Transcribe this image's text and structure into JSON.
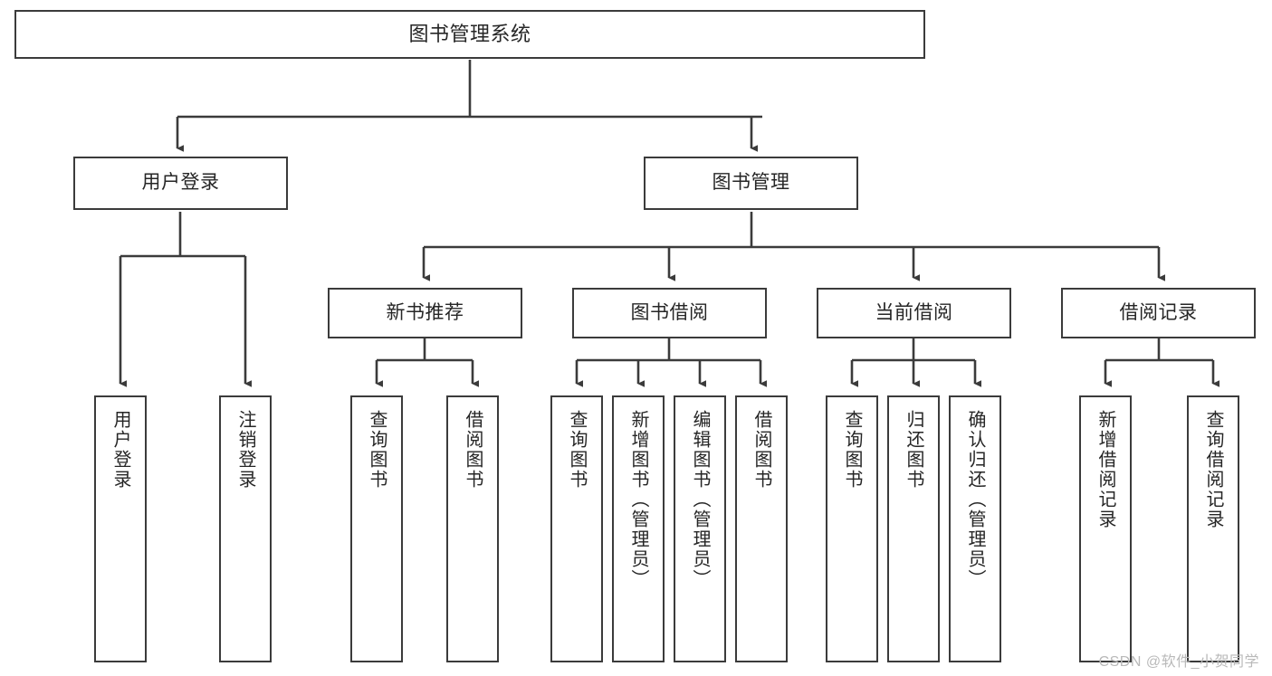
{
  "diagram": {
    "title": "图书管理系统",
    "type": "tree-hierarchy-diagram",
    "watermark": "CSDN @软件_小贺同学",
    "colors": {
      "box_border": "#3b3b3b",
      "box_fill": "#ffffff",
      "text": "#262626",
      "connector": "#3b3b3b",
      "watermark": "#b9b9b9",
      "background": "#ffffff"
    },
    "nodes": {
      "root": {
        "label": "图书管理系统"
      },
      "level2": [
        {
          "id": "user-login",
          "label": "用户登录"
        },
        {
          "id": "book-management",
          "label": "图书管理"
        }
      ],
      "level3": [
        {
          "id": "new-book-recommend",
          "label": "新书推荐"
        },
        {
          "id": "book-borrow",
          "label": "图书借阅"
        },
        {
          "id": "current-borrow",
          "label": "当前借阅"
        },
        {
          "id": "borrow-record",
          "label": "借阅记录"
        }
      ],
      "leaves": {
        "user-login": [
          {
            "id": "leaf-user-login",
            "label": "用户登录"
          },
          {
            "id": "leaf-logout-login",
            "label": "注销登录"
          }
        ],
        "new-book-recommend": [
          {
            "id": "leaf-query-book-1",
            "label": "查询图书"
          },
          {
            "id": "leaf-borrow-book-1",
            "label": "借阅图书"
          }
        ],
        "book-borrow": [
          {
            "id": "leaf-query-book-2",
            "label": "查询图书"
          },
          {
            "id": "leaf-add-book-admin",
            "label": "新增图书（管理员）"
          },
          {
            "id": "leaf-edit-book-admin",
            "label": "编辑图书（管理员）"
          },
          {
            "id": "leaf-borrow-book-2",
            "label": "借阅图书"
          }
        ],
        "current-borrow": [
          {
            "id": "leaf-query-book-3",
            "label": "查询图书"
          },
          {
            "id": "leaf-return-book",
            "label": "归还图书"
          },
          {
            "id": "leaf-confirm-return-admin",
            "label": "确认归还（管理员）"
          }
        ],
        "borrow-record": [
          {
            "id": "leaf-add-borrow-record",
            "label": "新增借阅记录"
          },
          {
            "id": "leaf-query-borrow-record",
            "label": "查询借阅记录"
          }
        ]
      }
    }
  }
}
